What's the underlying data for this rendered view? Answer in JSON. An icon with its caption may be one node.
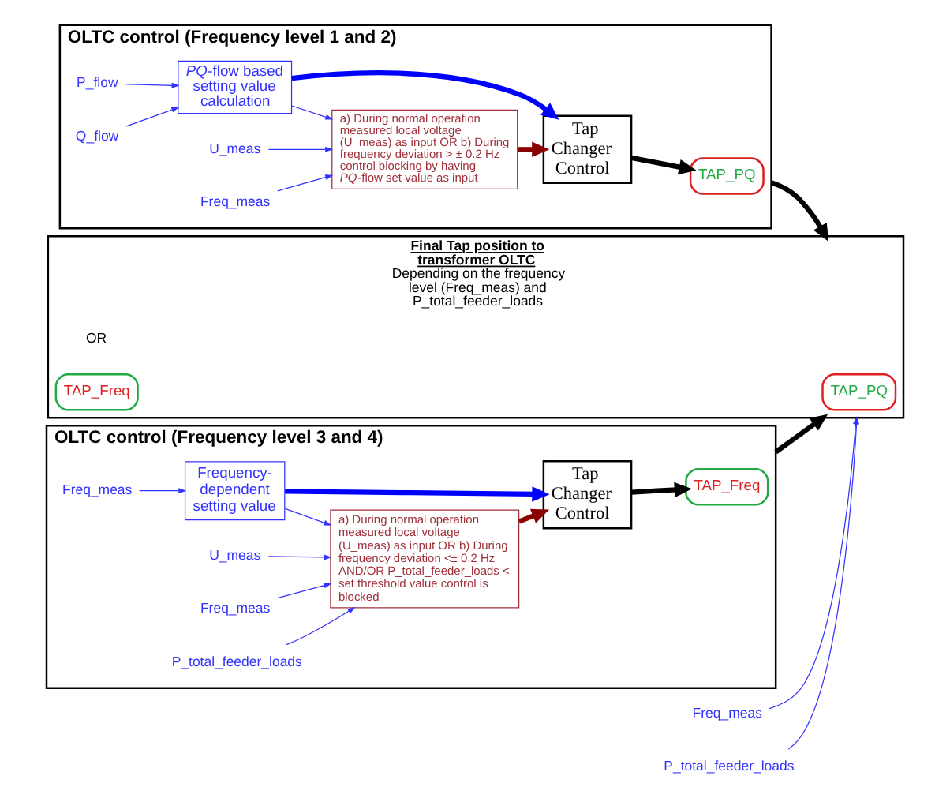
{
  "diagram": {
    "nodes": [
      {
        "text": [
          "OLTC control (Frequency level 1 and 2)"
        ]
      },
      {
        "text": [
          "P_flow"
        ],
        "in": 0
      },
      {
        "text": [
          "Q_flow"
        ],
        "in": 0
      },
      {
        "text": [
          "*PQ*-flow based setting value calculation"
        ],
        "in": 0
      },
      {
        "text": [
          "Tap Changer Control"
        ],
        "in": 0
      },
      {
        "text": [
          "TAP_PQ"
        ],
        "in": 0
      },
      {
        "text": [
          "U_meas"
        ],
        "in": 0
      },
      {
        "text": [
          "Freq_meas"
        ],
        "in": 0
      },
      {
        "text": [
          "a) During normal operation measured local voltage (U_meas) as input OR b) During frequency deviation > ± 0.2 Hz control blocking by having *PQ*-flow set value as input"
        ],
        "in": 0
      },
      {
        "text": [
          "OLTC control (Frequency level 3 and 4)"
        ]
      },
      {
        "text": [
          "Freq_meas"
        ],
        "in": 9
      },
      {
        "text": [
          "Frequency-dependent setting value"
        ],
        "in": 9
      },
      {
        "text": [
          "Tap Changer Control"
        ],
        "in": 9
      },
      {
        "text": [
          "TAP_Freq"
        ],
        "in": 9
      },
      {
        "text": [
          "U_meas"
        ],
        "in": 9
      },
      {
        "text": [
          "Freq_meas"
        ],
        "in": 9
      },
      {
        "text": [
          "P_total_feeder_loads"
        ],
        "in": 9
      },
      {
        "text": [
          "a) During normal operation measured local voltage (U_meas) as input OR b) During frequency deviation <± 0.2 Hz AND/OR P_total_feeder_loads < set threshold value control is blocked"
        ],
        "in": 9
      },
      {
        "text": [
          "Freq_meas"
        ]
      },
      {
        "text": [
          "P_total_feeder_loads"
        ]
      },
      {
        "text": [
          "Final Tap position to transformer OLTC",
          "Depending on the frequency level (Freq_meas) and P_total_feeder_loads"
        ]
      },
      {
        "text": [
          "TAP_PQ"
        ],
        "in": 20
      },
      {
        "text": [
          "OR"
        ],
        "in": 20
      },
      {
        "text": [
          "TAP_Freq"
        ],
        "in": 20
      }
    ],
    "edges": [
      {
        "from": 1,
        "to": 3,
        "arrow": "to"
      },
      {
        "from": 2,
        "to": 3,
        "arrow": "to"
      },
      {
        "from": 3,
        "to": 4,
        "arrow": "to",
        "style": "thick",
        "color": "#0000ff"
      },
      {
        "from": 4,
        "to": 5,
        "arrow": "to",
        "style": "thick",
        "color": "#000000"
      },
      {
        "from": 3,
        "to": 8,
        "arrow": "to"
      },
      {
        "from": 6,
        "to": 8,
        "arrow": "to"
      },
      {
        "from": 7,
        "to": 8,
        "arrow": "to"
      },
      {
        "from": 8,
        "to": 4,
        "arrow": "to",
        "style": "thick",
        "color": "#8b0000"
      },
      {
        "from": 10,
        "to": 11,
        "arrow": "to"
      },
      {
        "from": 11,
        "to": 12,
        "arrow": "to",
        "style": "thick",
        "color": "#0000ff"
      },
      {
        "from": 12,
        "to": 13,
        "arrow": "to",
        "style": "thick",
        "color": "#000000"
      },
      {
        "from": 11,
        "to": 17,
        "arrow": "to"
      },
      {
        "from": 14,
        "to": 17,
        "arrow": "to"
      },
      {
        "from": 15,
        "to": 17,
        "arrow": "to"
      },
      {
        "from": 16,
        "to": 17,
        "arrow": "to"
      },
      {
        "from": 17,
        "to": 12,
        "arrow": "to",
        "style": "thick",
        "color": "#8b0000"
      },
      {
        "from": 0,
        "to": 20,
        "arrow": "to",
        "style": "thick",
        "color": "#000000"
      },
      {
        "from": 9,
        "to": 20,
        "arrow": "to",
        "style": "thick",
        "color": "#000000"
      },
      {
        "from": 18,
        "to": 20,
        "arrow": "to"
      },
      {
        "from": 19,
        "to": 20,
        "arrow": "to"
      }
    ]
  }
}
